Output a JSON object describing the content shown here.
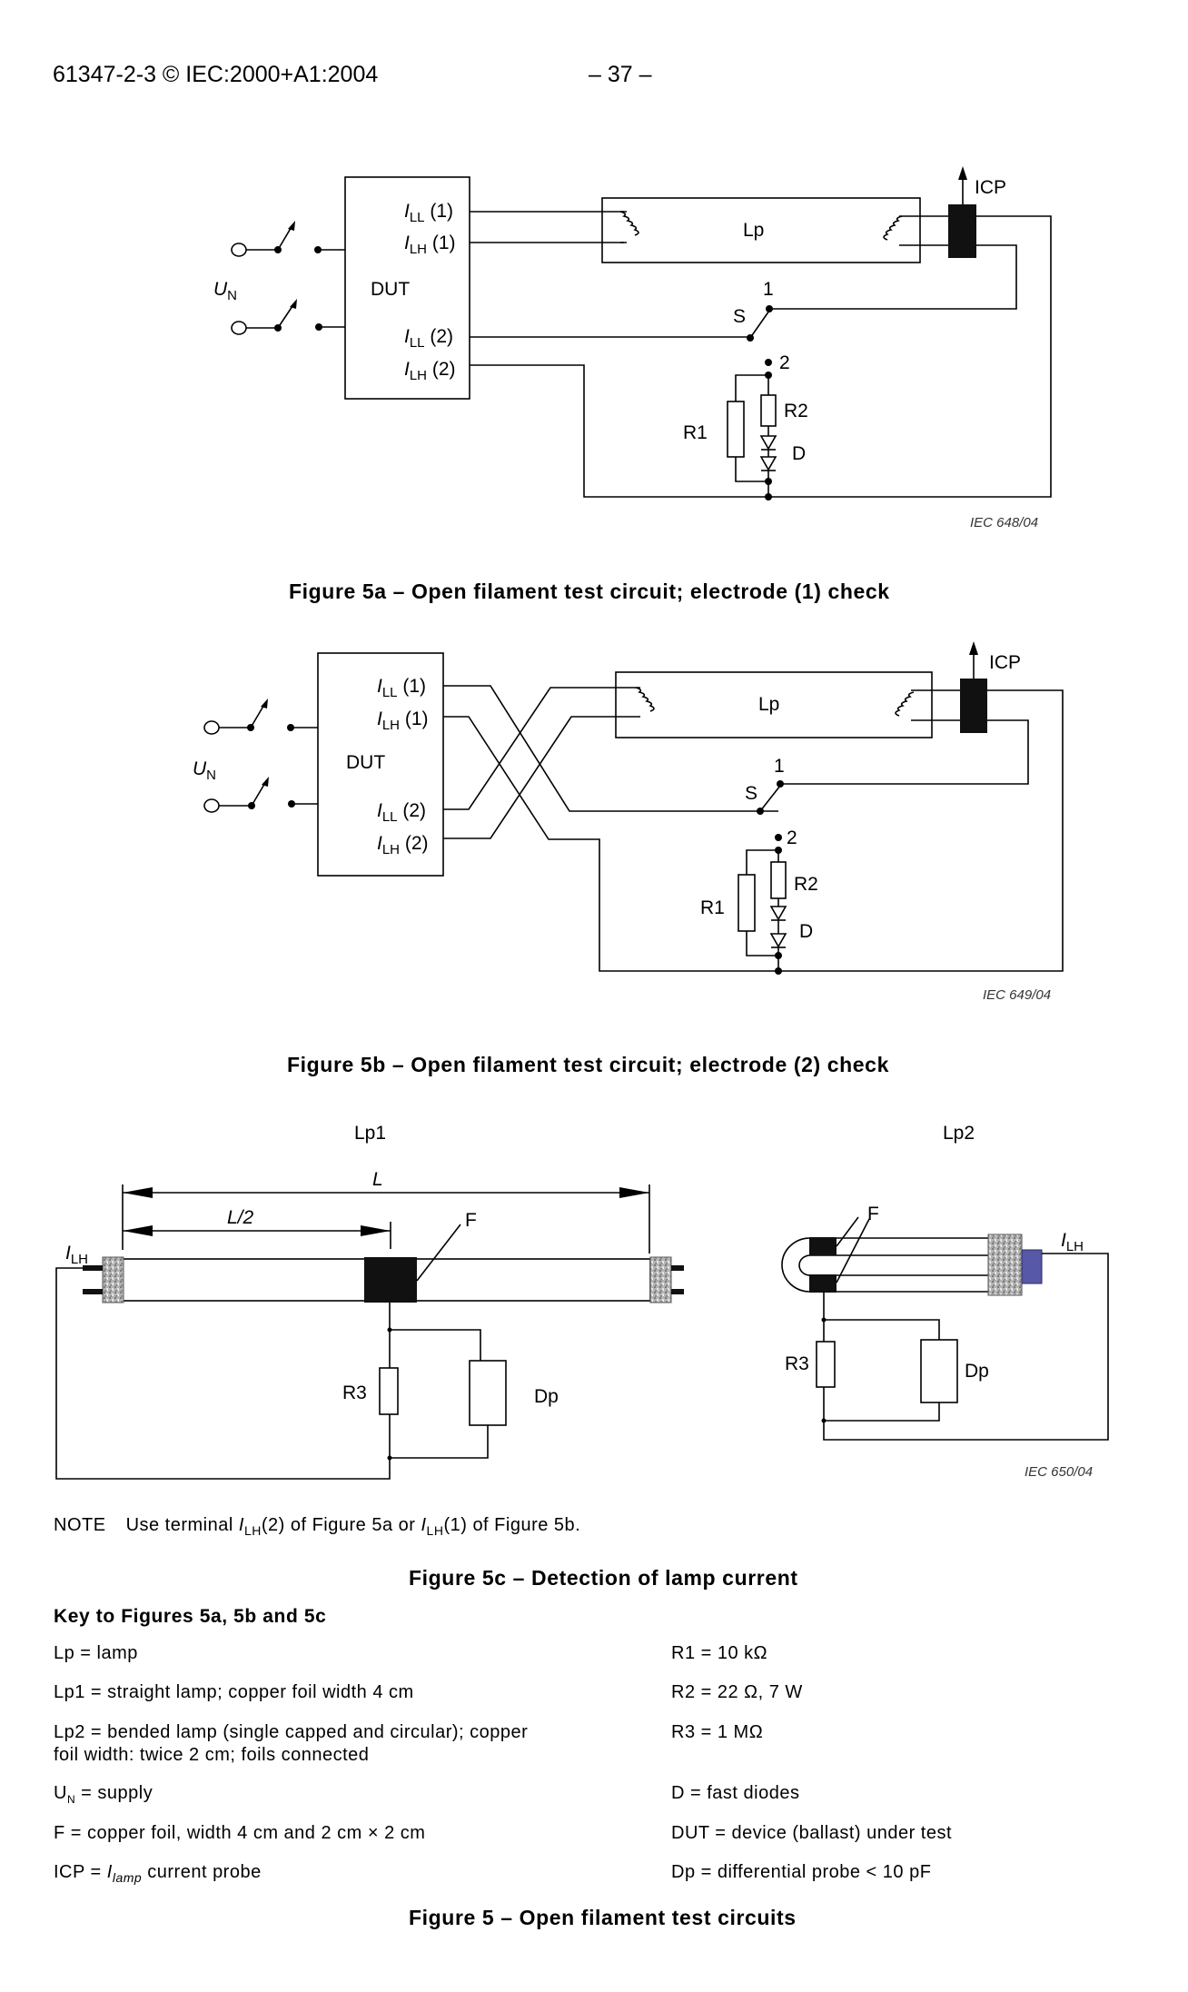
{
  "header": {
    "standard_ref": "61347-2-3 © IEC:2000+A1:2004",
    "page_number": "– 37 –"
  },
  "figure_5a": {
    "labels": {
      "ill1": "I",
      "ill1_sub": "LL",
      "ill1_suffix": " (1)",
      "ilh1": "I",
      "ilh1_sub": "LH",
      "ilh1_suffix": " (1)",
      "ill2": "I",
      "ill2_sub": "LL",
      "ill2_suffix": " (2)",
      "ilh2": "I",
      "ilh2_sub": "LH",
      "ilh2_suffix": " (2)",
      "dut": "DUT",
      "un": "U",
      "un_sub": "N",
      "lamp": "Lp",
      "icp": "ICP",
      "switch": "S",
      "pos1": "1",
      "pos2": "2",
      "r1": "R1",
      "r2": "R2",
      "d": "D"
    },
    "iec_ref": "IEC   648/04",
    "caption": "Figure 5a – Open filament test circuit; electrode (1) check"
  },
  "figure_5b": {
    "labels": {
      "ill1": "I",
      "ill1_sub": "LL",
      "ill1_suffix": " (1)",
      "ilh1": "I",
      "ilh1_sub": "LH",
      "ilh1_suffix": " (1)",
      "ill2": "I",
      "ill2_sub": "LL",
      "ill2_suffix": " (2)",
      "ilh2": "I",
      "ilh2_sub": "LH",
      "ilh2_suffix": " (2)",
      "dut": "DUT",
      "un": "U",
      "un_sub": "N",
      "lamp": "Lp",
      "icp": "ICP",
      "switch": "S",
      "pos1": "1",
      "pos2": "2",
      "r1": "R1",
      "r2": "R2",
      "d": "D"
    },
    "iec_ref": "IEC   649/04",
    "caption": "Figure 5b – Open filament test circuit; electrode (2) check"
  },
  "figure_5c": {
    "lp1": {
      "title": "Lp1",
      "dim_full": "L",
      "dim_half": "L/2",
      "foil": "F",
      "ilh": "I",
      "ilh_sub": "LH",
      "r3": "R3",
      "dp": "Dp"
    },
    "lp2": {
      "title": "Lp2",
      "foil": "F",
      "ilh": "I",
      "ilh_sub": "LH",
      "r3": "R3",
      "dp": "Dp"
    },
    "iec_ref": "IEC   650/04",
    "note": {
      "prefix": "NOTE",
      "t1": "Use terminal ",
      "i1": "I",
      "i1_sub": "LH",
      "t2": "(2) of Figure 5a or ",
      "i2": "I",
      "i2_sub": "LH",
      "t3": "(1) of Figure 5b."
    },
    "caption": "Figure 5c – Detection of lamp current"
  },
  "key": {
    "heading": "Key to Figures 5a, 5b and 5c",
    "left": [
      {
        "text": "Lp = lamp"
      },
      {
        "text": "Lp1 = straight lamp; copper foil width 4 cm"
      },
      {
        "text": "Lp2 = bended lamp (single capped and circular); copper",
        "text2": "foil width: twice 2 cm; foils connected"
      },
      {
        "pre": "U",
        "sub": "N",
        "text": " = supply"
      },
      {
        "text": "F = copper foil, width 4 cm and 2 cm × 2 cm"
      },
      {
        "pre": "ICP = ",
        "ital": "I",
        "sub": "lamp",
        "text": " current probe"
      }
    ],
    "right": [
      {
        "text": "R1 = 10 kΩ"
      },
      {
        "text": "R2 = 22 Ω, 7 W"
      },
      {
        "text": "R3 = 1 MΩ"
      },
      {
        "text": "D = fast diodes"
      },
      {
        "text": "DUT = device (ballast) under test"
      },
      {
        "text": "Dp = differential probe < 10 pF"
      }
    ]
  },
  "figure_5_caption": "Figure 5 – Open filament test circuits",
  "colors": {
    "ink": "#000000",
    "cap_texture": "#b4b4b4",
    "lamp_pin": "#5858a8"
  }
}
